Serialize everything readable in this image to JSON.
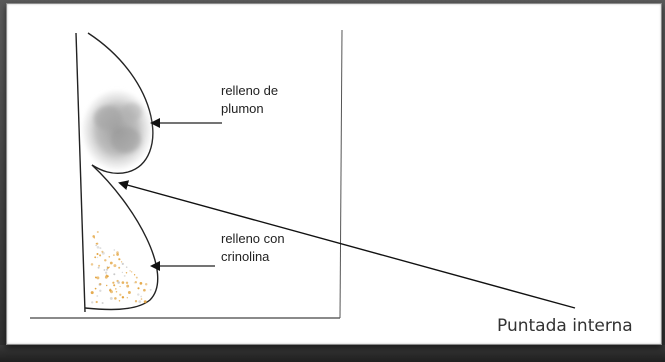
{
  "labels": {
    "down_fill_line1": "relleno de",
    "down_fill_line2": "plumon",
    "crinoline_fill_line1": "relleno con",
    "crinoline_fill_line2": "crinolina",
    "inner_stitch": "Puntada interna"
  },
  "colors": {
    "down_fill": "#b9b9b9",
    "crinoline_speckle": "#e2a13a",
    "line": "#222222"
  }
}
